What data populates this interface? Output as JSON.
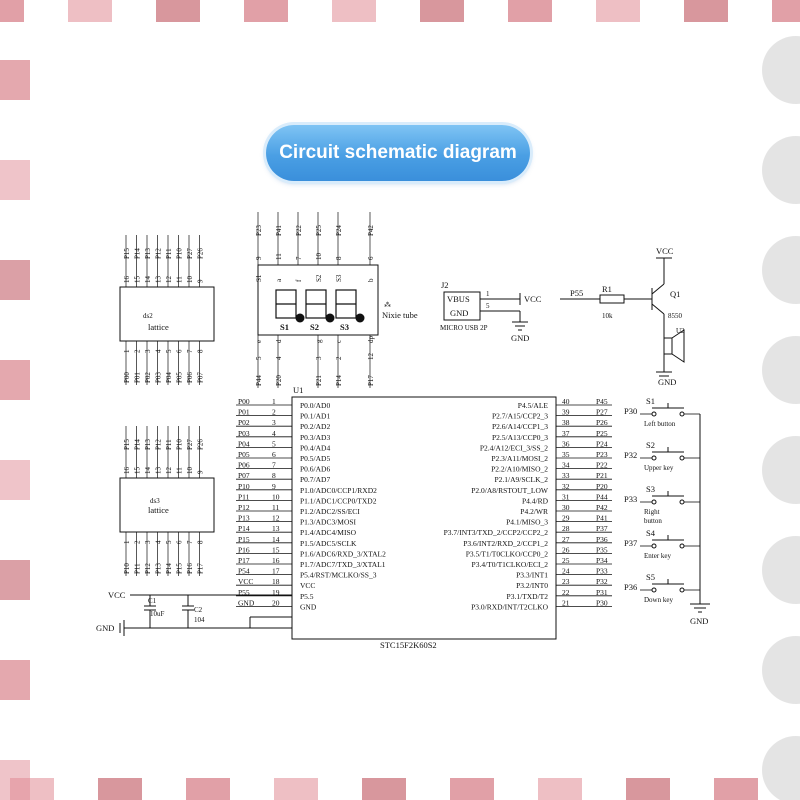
{
  "title": "Circuit schematic diagram",
  "mcu": {
    "ref": "U1",
    "part": "STC15F2K60S2",
    "left_ports": [
      "P00",
      "P01",
      "P02",
      "P03",
      "P04",
      "P05",
      "P06",
      "P07",
      "P10",
      "P11",
      "P12",
      "P13",
      "P14",
      "P15",
      "P16",
      "P17",
      "P54",
      "VCC",
      "P55",
      "GND"
    ],
    "left_nums": [
      "1",
      "2",
      "3",
      "4",
      "5",
      "6",
      "7",
      "8",
      "9",
      "10",
      "11",
      "12",
      "13",
      "14",
      "15",
      "16",
      "17",
      "18",
      "19",
      "20"
    ],
    "left_funcs": [
      "P0.0/AD0",
      "P0.1/AD1",
      "P0.2/AD2",
      "P0.3/AD3",
      "P0.4/AD4",
      "P0.5/AD5",
      "P0.6/AD6",
      "P0.7/AD7",
      "P1.0/ADC0/CCP1/RXD2",
      "P1.1/ADC1/CCP0/TXD2",
      "P1.2/ADC2/SS/ECI",
      "P1.3/ADC3/MOSI",
      "P1.4/ADC4/MISO",
      "P1.5/ADC5/SCLK",
      "P1.6/ADC6/RXD_3/XTAL2",
      "P1.7/ADC7/TXD_3/XTAL1",
      "P5.4/RST/MCLKO/SS_3",
      "VCC",
      "P5.5",
      "GND"
    ],
    "right_funcs": [
      "P4.5/ALE",
      "P2.7/A15/CCP2_3",
      "P2.6/A14/CCP1_3",
      "P2.5/A13/CCP0_3",
      "P2.4/A12/ECI_3/SS_2",
      "P2.3/A11/MOSI_2",
      "P2.2/A10/MISO_2",
      "P2.1/A9/SCLK_2",
      "P2.0/A8/RSTOUT_LOW",
      "P4.4/RD",
      "P4.2/WR",
      "P4.1/MISO_3",
      "P3.7/INT3/TXD_2/CCP2/CCP2_2",
      "P3.6/INT2/RXD_2/CCP1_2",
      "P3.5/T1/T0CLKO/CCP0_2",
      "P3.4/T0/T1CLKO/ECI_2",
      "P3.3/INT1",
      "P3.2/INT0",
      "P3.1/TXD/T2",
      "P3.0/RXD/INT/T2CLKO"
    ],
    "right_nums": [
      "40",
      "39",
      "38",
      "37",
      "36",
      "35",
      "34",
      "33",
      "32",
      "31",
      "30",
      "29",
      "28",
      "27",
      "26",
      "25",
      "24",
      "23",
      "22",
      "21"
    ],
    "right_ports": [
      "P45",
      "P27",
      "P26",
      "P25",
      "P24",
      "P23",
      "P22",
      "P21",
      "P20",
      "P44",
      "P42",
      "P41",
      "P37",
      "P36",
      "P35",
      "P34",
      "P33",
      "P32",
      "P31",
      "P30"
    ]
  },
  "matrix1": {
    "name": "lattice",
    "top_nums": [
      "16",
      "15",
      "14",
      "13",
      "12",
      "11",
      "10",
      "9"
    ],
    "top_ports": [
      "P15",
      "P14",
      "P13",
      "P12",
      "P11",
      "P10",
      "P27",
      "P26"
    ],
    "bot_nums": [
      "1",
      "2",
      "3",
      "4",
      "5",
      "6",
      "7",
      "8"
    ],
    "bot_ports": [
      "P00",
      "P01",
      "P02",
      "P03",
      "P04",
      "P05",
      "P06",
      "P07"
    ]
  },
  "matrix2": {
    "name": "lattice",
    "top_nums": [
      "16",
      "15",
      "14",
      "13",
      "12",
      "11",
      "10",
      "9"
    ],
    "top_ports": [
      "P15",
      "P14",
      "P13",
      "P12",
      "P11",
      "P10",
      "P27",
      "P26"
    ],
    "bot_nums": [
      "1",
      "2",
      "3",
      "4",
      "5",
      "6",
      "7",
      "8"
    ],
    "bot_ports": [
      "P10",
      "P11",
      "P12",
      "P13",
      "P14",
      "P15",
      "P16",
      "P17"
    ]
  },
  "nixie": {
    "label": "Nixie tube",
    "digits": [
      "S1",
      "S2",
      "S3"
    ],
    "top_ports": [
      "P23",
      "P41",
      "P22",
      "P25",
      "P24",
      "P42"
    ],
    "top_nums": [
      "9",
      "11",
      "7",
      "10",
      "8",
      "6"
    ],
    "top_segs": [
      "S1",
      "a",
      "f",
      "S2",
      "S3",
      "b"
    ],
    "bot_ports": [
      "P44",
      "P20",
      "P21",
      "P14",
      "P17"
    ],
    "bot_nums": [
      "5",
      "4",
      "3",
      "2",
      "12"
    ],
    "bot_segs": [
      "e",
      "d",
      "g",
      "c",
      "dp"
    ]
  },
  "usb": {
    "ref": "J2",
    "pins": [
      "VBUS",
      "GND"
    ],
    "nums": [
      "1",
      "5"
    ],
    "label": "MICRO USB 2P",
    "vcc": "VCC",
    "gnd": "GND"
  },
  "buzzer": {
    "vcc": "VCC",
    "net": "P55",
    "resistor": "R1",
    "resistor_value": "10k",
    "transistor": "Q1",
    "transistor_part": "8550",
    "buzzer": "U2",
    "gnd": "GND"
  },
  "power": {
    "vcc": "VCC",
    "gnd": "GND",
    "c1": "C1",
    "c1_value": "10uF",
    "c2": "C2",
    "c2_value": "104"
  },
  "keys": [
    {
      "ref": "S1",
      "net": "P30",
      "label": "Left button"
    },
    {
      "ref": "S2",
      "net": "P32",
      "label": "Upper key"
    },
    {
      "ref": "S3",
      "net": "P33",
      "label": "Right button"
    },
    {
      "ref": "S4",
      "net": "P37",
      "label": "Enter key"
    },
    {
      "ref": "S5",
      "net": "P36",
      "label": "Down key"
    }
  ],
  "keys_gnd": "GND"
}
